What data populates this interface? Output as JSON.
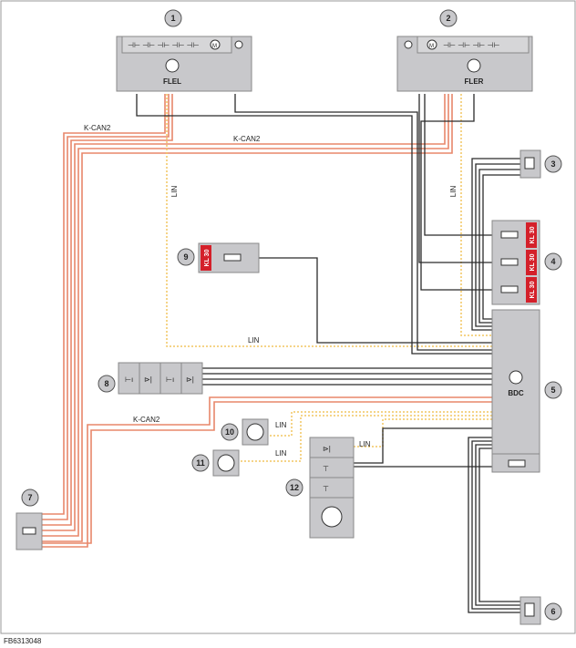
{
  "figure_id": "FB6313048",
  "components": {
    "flel": {
      "number": "1",
      "label": "FLEL"
    },
    "fler": {
      "number": "2",
      "label": "FLER"
    },
    "c3": {
      "number": "3"
    },
    "fuses": {
      "number": "4",
      "kl": [
        "KL 30",
        "KL 30",
        "KL 30"
      ]
    },
    "bdc": {
      "number": "5",
      "label": "BDC"
    },
    "c6": {
      "number": "6"
    },
    "c7": {
      "number": "7"
    },
    "switches": {
      "number": "8"
    },
    "fuse9": {
      "number": "9",
      "kl": "KL 30"
    },
    "c10": {
      "number": "10"
    },
    "c11": {
      "number": "11"
    },
    "c12": {
      "number": "12"
    }
  },
  "bus_labels": {
    "kcan_top_left": "K-CAN2",
    "kcan_top_mid": "K-CAN2",
    "kcan_mid": "K-CAN2",
    "lin_left": "LIN",
    "lin_right": "LIN",
    "lin_bottom": "LIN",
    "lin_10": "LIN",
    "lin_11": "LIN",
    "lin_12": "LIN"
  },
  "colors": {
    "module_fill": "#c8c8cb",
    "kcan": "#e8876a",
    "lin": "#f2c661",
    "wire": "#2b2b2b",
    "kl30": "#d4202a",
    "badge": "#c8c8cb"
  }
}
